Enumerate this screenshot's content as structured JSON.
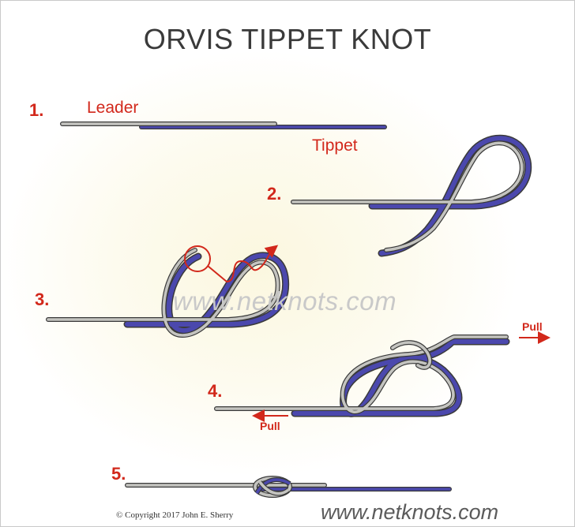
{
  "title": "ORVIS TIPPET KNOT",
  "steps": [
    {
      "number": "1.",
      "labels": [
        "Leader",
        "Tippet"
      ]
    },
    {
      "number": "2."
    },
    {
      "number": "3."
    },
    {
      "number": "4.",
      "pull_labels": [
        "Pull",
        "Pull"
      ]
    },
    {
      "number": "5."
    }
  ],
  "watermark": "www.netknots.com",
  "footer": {
    "copyright": "©  Copyright  2017  John E. Sherry",
    "site": "www.netknots.com"
  },
  "colors": {
    "leader": "#c4c4c0",
    "tippet": "#4b48ad",
    "line_outline": "#3a3a3a",
    "accent": "#d2281b"
  }
}
